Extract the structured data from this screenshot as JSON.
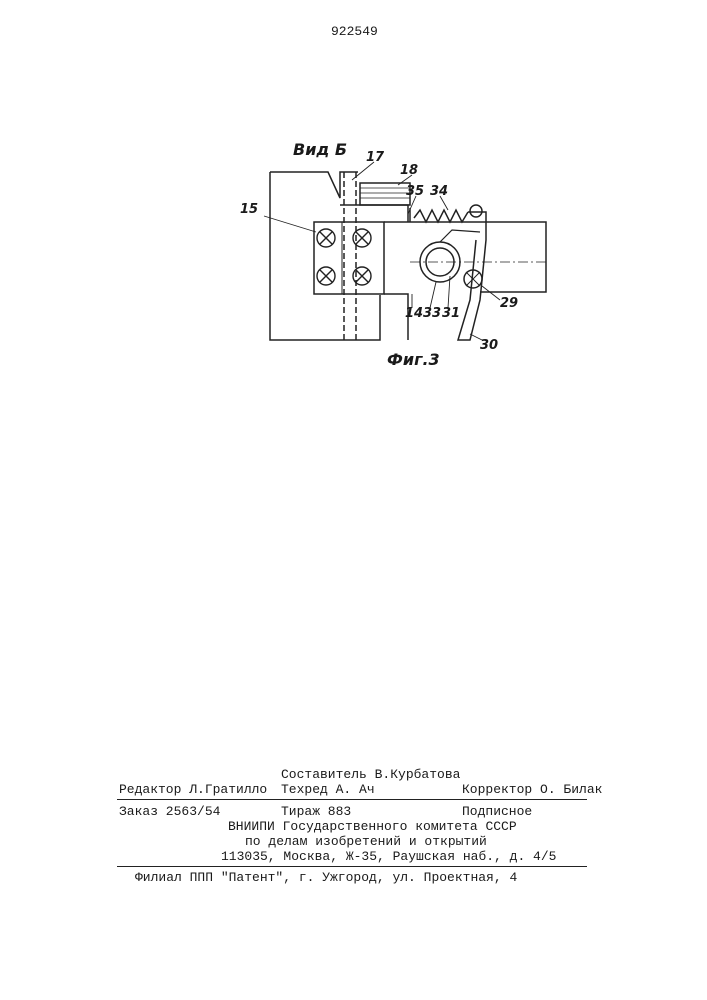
{
  "page_number": "922549",
  "figure": {
    "view_label": "Вид Б",
    "caption": "Фиг.3",
    "callouts": [
      "15",
      "17",
      "18",
      "35",
      "34",
      "14",
      "33",
      "31",
      "29",
      "30"
    ]
  },
  "colophon": {
    "editor": "Редактор Л.Гратилло",
    "compiler": "Составитель В.Курбатова",
    "techred": "Техред А. Ач",
    "corrector": "Корректор О. Билак",
    "order": "Заказ 2563/54",
    "circulation": "Тираж 883",
    "subscription": "Подписное",
    "org_line1": "ВНИИПИ Государственного комитета СССР",
    "org_line2": "по делам изобретений и открытий",
    "org_line3": "113035, Москва, Ж-35, Раушская наб., д. 4/5",
    "branch": "Филиал ППП \"Патент\", г. Ужгород, ул. Проектная, 4"
  }
}
